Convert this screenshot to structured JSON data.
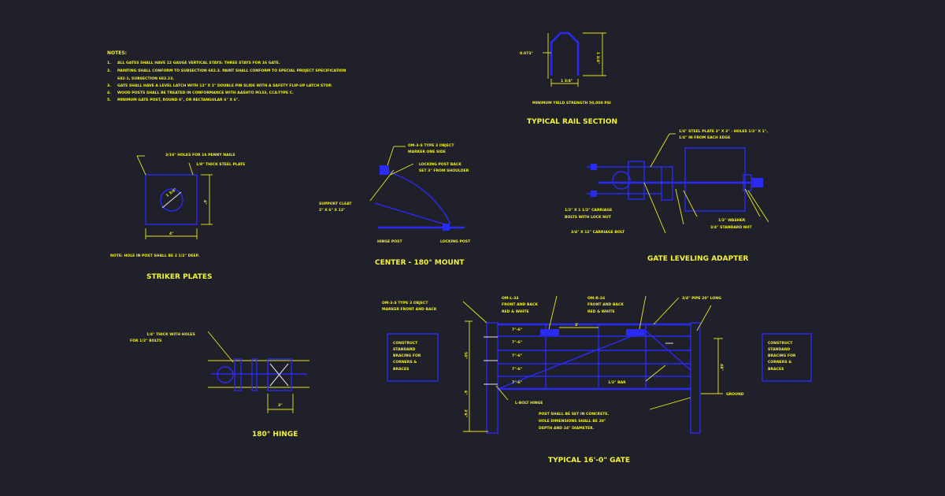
{
  "notes": {
    "heading": "NOTES:",
    "items": [
      {
        "num": "1.",
        "text": "ALL GATES SHALL HAVE 12 GAUGE VERTICAL STAYS: THREE STAYS FOR 16 GATE."
      },
      {
        "num": "2.",
        "text": "PAINTING SHALL CONFORM TO SUBSECTION 682.3. PAINT SHALL CONFORM TO SPECIAL PROJECT SPECIFICATION"
      },
      {
        "num": "",
        "text": "682-1, SUBSECTION 682.23."
      },
      {
        "num": "3.",
        "text": "GATE SHALL HAVE A LEVEL LATCH WITH 12\" X 1\" DOUBLE PIN SLIDE WITH A SAFETY FLIP-UP LATCH STOP."
      },
      {
        "num": "4.",
        "text": "WOOD POSTS SHALL BE TREATED IN CONFORMANCE WITH AASHTO M133, CCA-TYPE C."
      },
      {
        "num": "5.",
        "text": "MINIMUM GATE POST, ROUND 6\", OR RECTANGULAR 6\" X 6\"."
      }
    ]
  },
  "rail_section": {
    "title": "TYPICAL RAIL SECTION",
    "dim_left": "0.073\"",
    "dim_right": "1 3/4\"",
    "dim_bottom": "1 3/4\"",
    "note": "MINIMUM YIELD STRENGTH 50,000 PSI"
  },
  "striker": {
    "title": "STRIKER PLATES",
    "label_holes": "3/16\" HOLES FOR 16 PENNY NAILS",
    "label_plate": "1/8\" THICK STEEL PLATE",
    "dim_hole": "1 3/4\"",
    "dim_side": "4\"",
    "dim_bottom": "4\"",
    "note": "NOTE: HOLE IN POST SHALL BE 2 1/2\" DEEP."
  },
  "center_mount": {
    "title": "CENTER - 180° MOUNT",
    "label_om": [
      "OM-3-S TYPE 3 OBJECT",
      "MARKER ONE SIDE"
    ],
    "label_lock": [
      "LOCKING POST BACK",
      "SET 3\" FROM SHOULDER"
    ],
    "label_cleat": [
      "SUPPORT CLEAT",
      "2\" X 6\" X 12\""
    ],
    "label_hinge": "HINGE POST",
    "label_locking": "LOCKING POST"
  },
  "adapter": {
    "title": "GATE LEVELING ADAPTER",
    "label_plate": [
      "1/4\" STEEL PLATE 3\" X 3\" - HOLES 1/2\" X 1\",",
      "1/4\" IN FROM EACH EDGE"
    ],
    "label_carriage": [
      "1/2\" X 1 1/2\" CARRIAGE",
      "BOLTS WITH LOCK NUT"
    ],
    "label_bolt": "3/4\" X 12\" CARRIAGE BOLT",
    "label_washer": "1/2\" WASHER",
    "label_nut": "3/4\" STANDARD NUT"
  },
  "hinge": {
    "title": "180° HINGE",
    "label": [
      "1/4\" THICK WITH HOLES",
      "FOR 1/2\" BOLTS"
    ],
    "dim": "3\""
  },
  "gate": {
    "title": "TYPICAL 16'-0\" GATE",
    "label_om_front": [
      "OM-3-S TYPE 3 OBJECT",
      "MARKER FRONT AND BACK"
    ],
    "label_om_l": [
      "OM-L-24",
      "FRONT AND BACK",
      "RED & WHITE"
    ],
    "label_om_r": [
      "OM-R-24",
      "FRONT AND BACK",
      "RED & WHITE"
    ],
    "label_pipe": "3/4\" PIPE 20\" LONG",
    "bracing": [
      "CONSTRUCT",
      "STANDARD",
      "BRACING FOR",
      "CORNERS &",
      "BRACES"
    ],
    "spacings": [
      "7\"-6\"",
      "7\"-6\"",
      "7\"-6\"",
      "7\"-6\"",
      "7\"-6\""
    ],
    "dim_top": "3'",
    "dim_height": "50\"",
    "dim_right_height": "48\"",
    "dim_small": "6\"",
    "dim_embed": "3'6\"",
    "label_bar": "1/2\" BAR",
    "label_ground": "GROUND",
    "label_hinge": "L-BOLT HINGE",
    "post_note": [
      "POST SHALL BE SET IN CONCRETE.",
      "HOLE DIMENSIONS SHALL BE 20\"",
      "DEPTH AND 24\" DIAMETER."
    ]
  }
}
